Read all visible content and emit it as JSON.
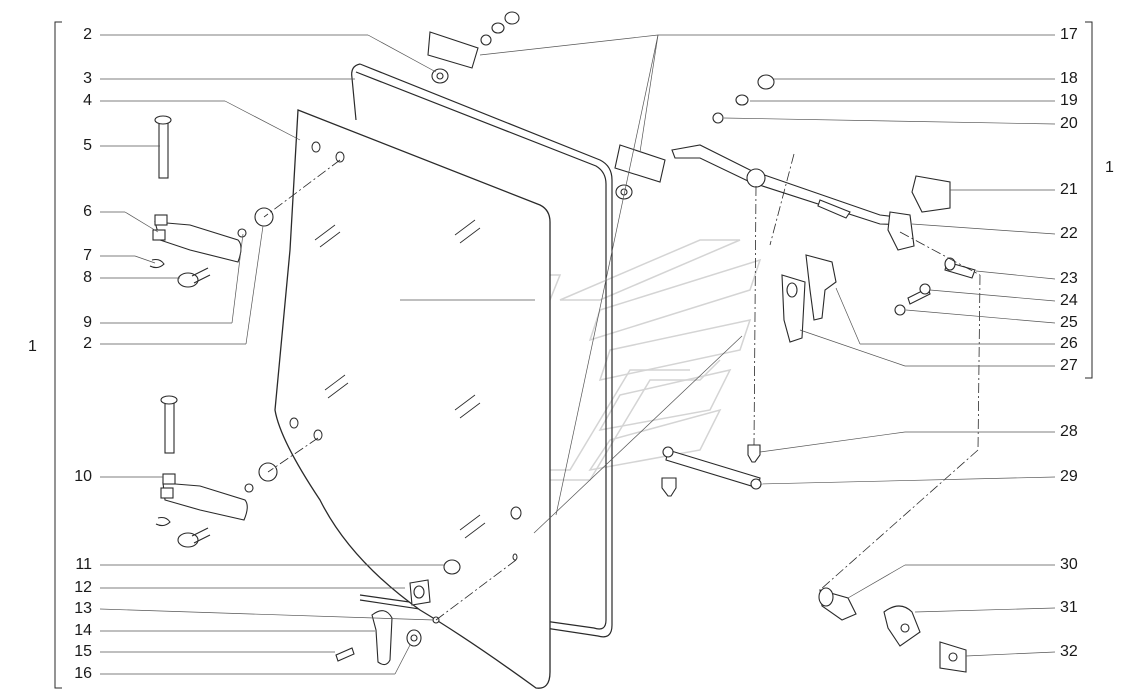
{
  "diagram": {
    "group_left_label": "1",
    "group_right_label": "1",
    "left_callouts": [
      "2",
      "3",
      "4",
      "5",
      "6",
      "7",
      "8",
      "9",
      "2",
      "10",
      "11",
      "12",
      "13",
      "14",
      "15",
      "16"
    ],
    "right_callouts": [
      "17",
      "18",
      "19",
      "20",
      "21",
      "22",
      "23",
      "24",
      "25",
      "26",
      "27",
      "28",
      "29",
      "30",
      "31",
      "32"
    ]
  },
  "colors": {
    "ink": "#2a2a2a",
    "watermark": "#d8d8d8",
    "fill_light": "#f4f4f4"
  }
}
